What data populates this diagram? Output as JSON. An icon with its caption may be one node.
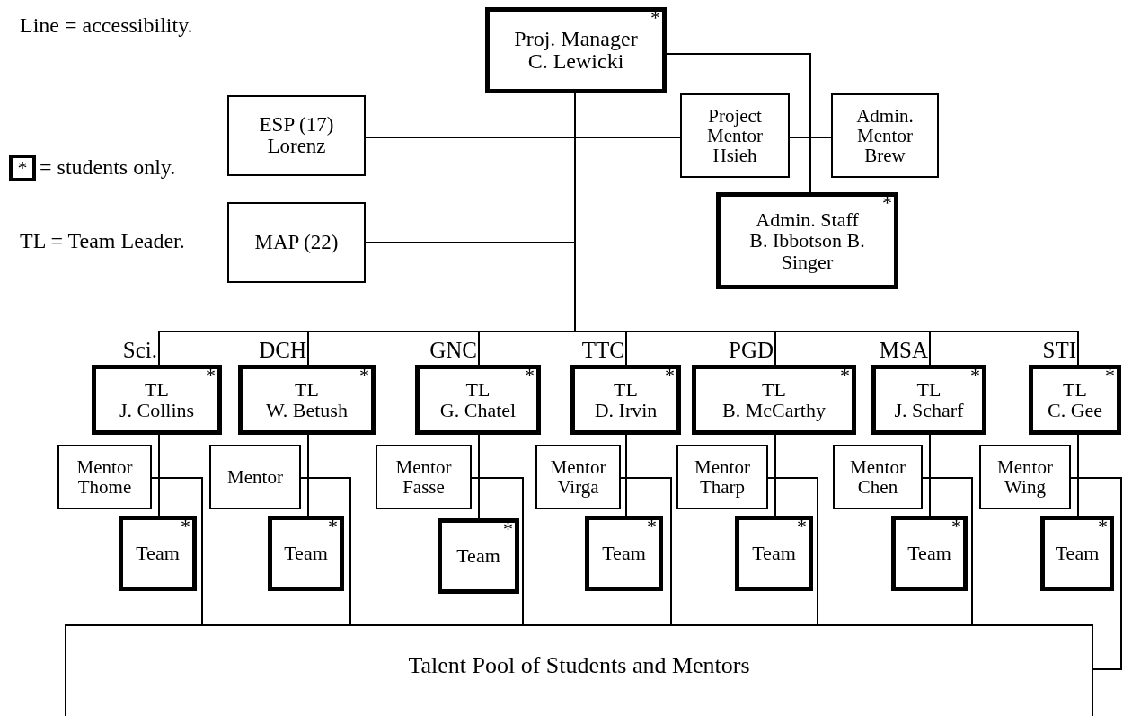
{
  "diagram": {
    "nodes": [
      {
        "text": [
          "Proj. Manager",
          "C. Lewicki",
          "*"
        ]
      },
      {
        "text": [
          "ESP (17)",
          "Lorenz"
        ]
      },
      {
        "text": [
          "MAP (22)"
        ]
      },
      {
        "text": [
          "Project Mentor Hsieh"
        ]
      },
      {
        "text": [
          "Admin. Mentor Brew"
        ]
      },
      {
        "text": [
          "Admin. Staff",
          "B. Ibbotson B. Singer",
          "*"
        ]
      },
      {
        "text": [
          "TL",
          "J. Collins",
          "*"
        ],
        "beside": [
          "Sci."
        ]
      },
      {
        "text": [
          "TL",
          "W. Betush",
          "*"
        ],
        "beside": [
          "DCH"
        ]
      },
      {
        "text": [
          "TL",
          "G. Chatel",
          "*"
        ],
        "beside": [
          "GNC"
        ]
      },
      {
        "text": [
          "TL",
          "D. Irvin",
          "*"
        ],
        "beside": [
          "TTC"
        ]
      },
      {
        "text": [
          "TL",
          "B. McCarthy",
          "*"
        ],
        "beside": [
          "PGD"
        ]
      },
      {
        "text": [
          "TL",
          "J. Scharf",
          "*"
        ],
        "beside": [
          "MSA"
        ]
      },
      {
        "text": [
          "TL",
          "C. Gee",
          "*"
        ],
        "beside": [
          "STI"
        ]
      },
      {
        "text": [
          "Mentor Thome"
        ]
      },
      {
        "text": [
          "Mentor"
        ]
      },
      {
        "text": [
          "Mentor Fasse"
        ]
      },
      {
        "text": [
          "Mentor Virga"
        ]
      },
      {
        "text": [
          "Mentor Tharp"
        ]
      },
      {
        "text": [
          "Mentor Chen"
        ]
      },
      {
        "text": [
          "Mentor Wing"
        ]
      },
      {
        "text": [
          "Team",
          "*"
        ]
      },
      {
        "text": [
          "Team",
          "*"
        ]
      },
      {
        "text": [
          "Team",
          "*"
        ]
      },
      {
        "text": [
          "Team",
          "*"
        ]
      },
      {
        "text": [
          "Team",
          "*"
        ]
      },
      {
        "text": [
          "Team",
          "*"
        ]
      },
      {
        "text": [
          "Team",
          "*"
        ]
      },
      {
        "text": [
          "Talent Pool of Students and Mentors"
        ]
      }
    ],
    "edges": [
      {
        "from": 0,
        "to": 1,
        "arrow": "none"
      },
      {
        "from": 0,
        "to": 2,
        "arrow": "none"
      },
      {
        "from": 0,
        "to": 3,
        "arrow": "none"
      },
      {
        "from": 3,
        "to": 4,
        "arrow": "none"
      },
      {
        "from": 0,
        "to": 5,
        "arrow": "none"
      },
      {
        "from": 0,
        "to": 6,
        "arrow": "none"
      },
      {
        "from": 0,
        "to": 7,
        "arrow": "none"
      },
      {
        "from": 0,
        "to": 8,
        "arrow": "none"
      },
      {
        "from": 0,
        "to": 9,
        "arrow": "none"
      },
      {
        "from": 0,
        "to": 10,
        "arrow": "none"
      },
      {
        "from": 0,
        "to": 11,
        "arrow": "none"
      },
      {
        "from": 0,
        "to": 12,
        "arrow": "none"
      },
      {
        "from": 6,
        "to": 20,
        "arrow": "none"
      },
      {
        "from": 7,
        "to": 21,
        "arrow": "none"
      },
      {
        "from": 8,
        "to": 22,
        "arrow": "none"
      },
      {
        "from": 9,
        "to": 23,
        "arrow": "none"
      },
      {
        "from": 10,
        "to": 24,
        "arrow": "none"
      },
      {
        "from": 11,
        "to": 25,
        "arrow": "none"
      },
      {
        "from": 12,
        "to": 26,
        "arrow": "none"
      },
      {
        "from": 13,
        "to": 27,
        "arrow": "none"
      },
      {
        "from": 14,
        "to": 27,
        "arrow": "none"
      },
      {
        "from": 15,
        "to": 27,
        "arrow": "none"
      },
      {
        "from": 16,
        "to": 27,
        "arrow": "none"
      },
      {
        "from": 17,
        "to": 27,
        "arrow": "none"
      },
      {
        "from": 18,
        "to": 27,
        "arrow": "none"
      },
      {
        "from": 19,
        "to": 27,
        "arrow": "none"
      }
    ],
    "labels": [
      "Line = accessibility.",
      "*",
      "= students only.",
      "TL = Team Leader."
    ]
  }
}
